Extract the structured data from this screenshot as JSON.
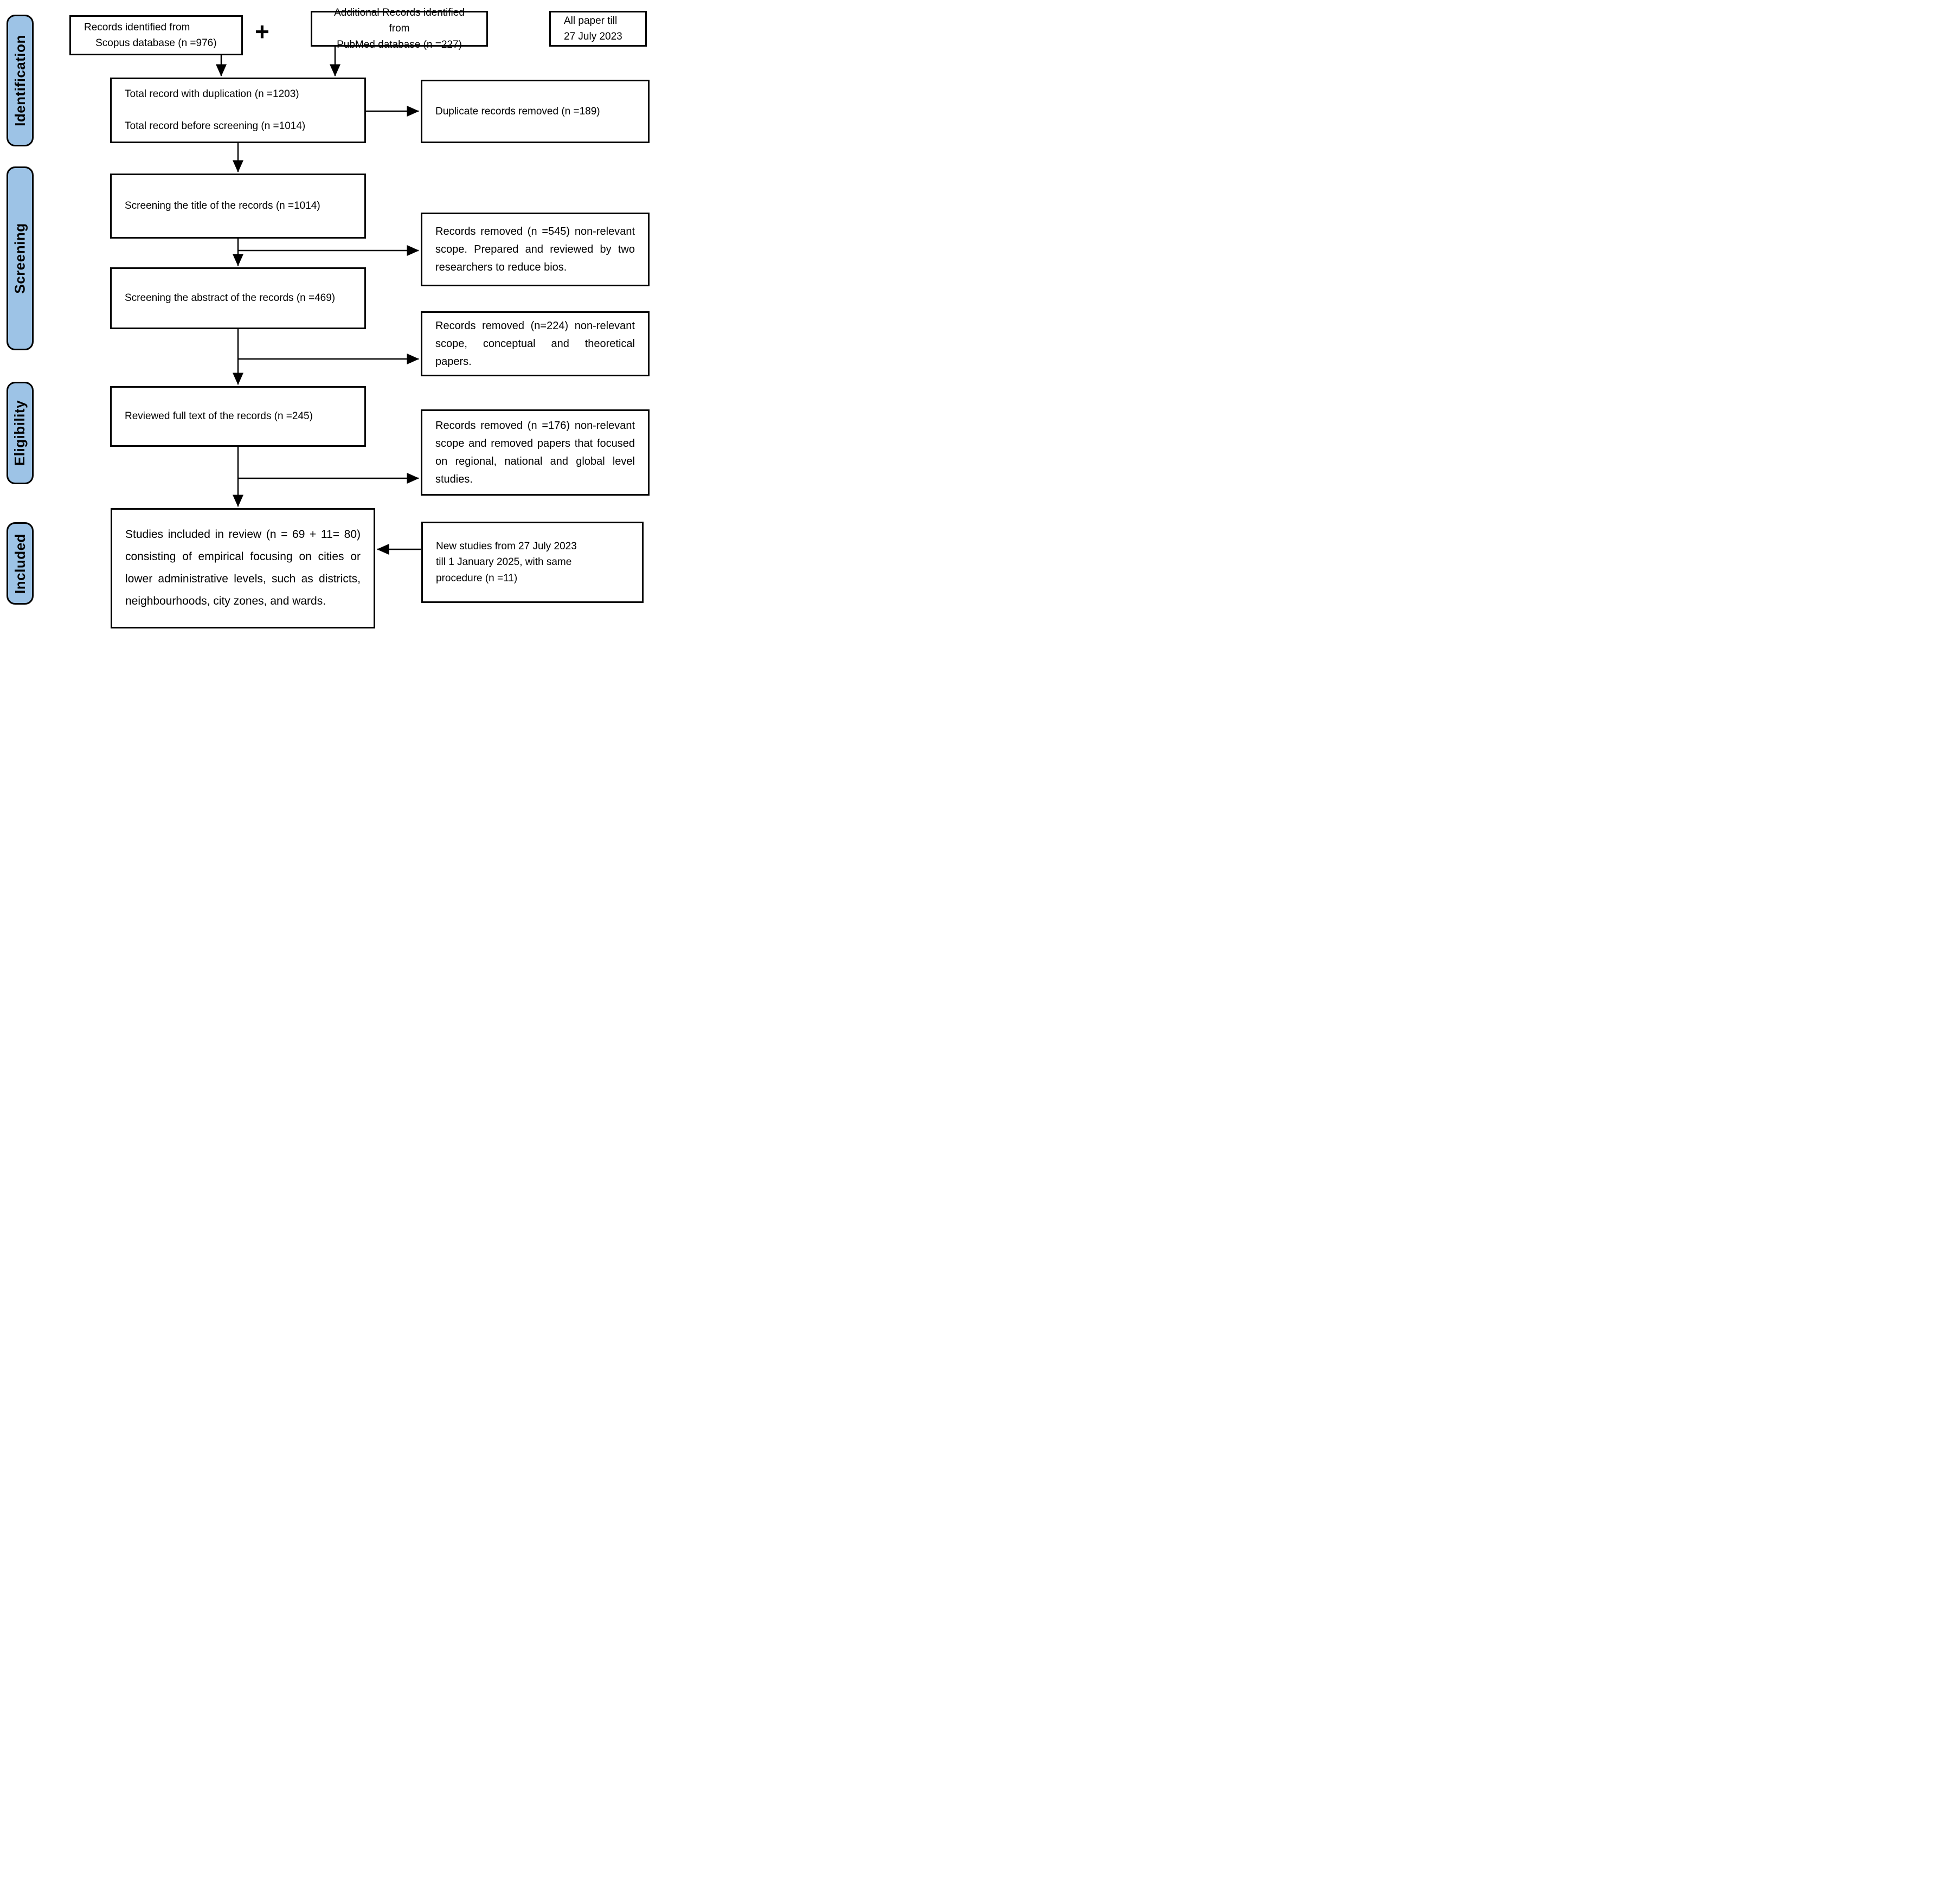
{
  "colors": {
    "stage_fill": "#9DC3E6",
    "stage_border": "#000000",
    "box_fill": "#ffffff",
    "box_border": "#000000",
    "arrow": "#000000"
  },
  "stages": {
    "identification": "Identification",
    "screening": "Screening",
    "eligibility": "Eligibility",
    "included": "Included"
  },
  "plus_sign": "+",
  "boxes": {
    "scopus": "Records identified from\n    Scopus database (n =976)",
    "pubmed": "Additional Records identified from\nPubMed database (n =227)",
    "all_paper": "All paper till\n27 July 2023",
    "total": "Total record with duplication (n =1203)\n\nTotal record before screening (n =1014)",
    "duplicates_removed": "Duplicate records removed (n =189)",
    "screening_title": "Screening the title of the records (n =1014)",
    "removed_545": "Records removed (n =545) non-relevant scope. Prepared and reviewed by two researchers to reduce bios.",
    "screening_abstract": "Screening the abstract of the records (n =469)",
    "removed_224": "Records removed (n=224) non-relevant scope, conceptual and theoretical papers.",
    "reviewed_full_text": "Reviewed full text of the records (n =245)",
    "removed_176": "Records removed (n =176) non-relevant scope and removed papers that focused on regional, national and global level studies.",
    "included_review": "Studies included in review (n = 69 + 11= 80) consisting of empirical focusing on cities or lower administrative levels, such as districts, neighbourhoods, city zones, and wards.",
    "new_studies": "New studies from 27 July 2023\ntill 1 January 2025, with same\nprocedure (n =11)"
  }
}
